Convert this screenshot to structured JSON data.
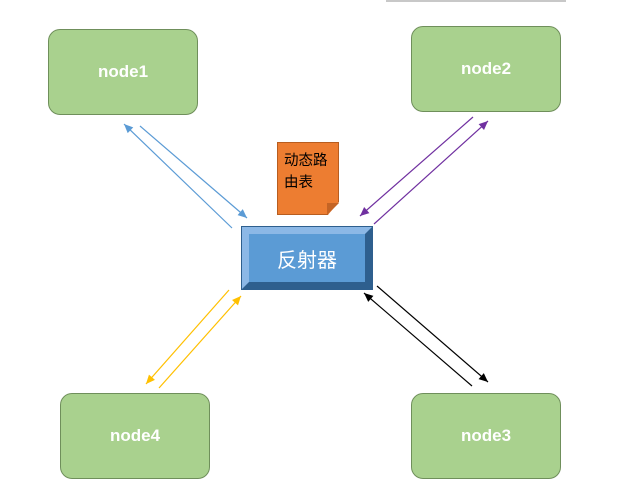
{
  "nodes": {
    "node1": "node1",
    "node2": "node2",
    "node3": "node3",
    "node4": "node4"
  },
  "reflector": "反射器",
  "note": {
    "line1": "动态路",
    "line2": "由表"
  },
  "colors": {
    "node_fill": "#a9d18e",
    "reflector_fill": "#5b9bd5",
    "note_fill": "#ed7d31",
    "arrow_node1": "#5b9bd5",
    "arrow_node2": "#7030a0",
    "arrow_node3": "#000000",
    "arrow_node4": "#ffc000"
  }
}
